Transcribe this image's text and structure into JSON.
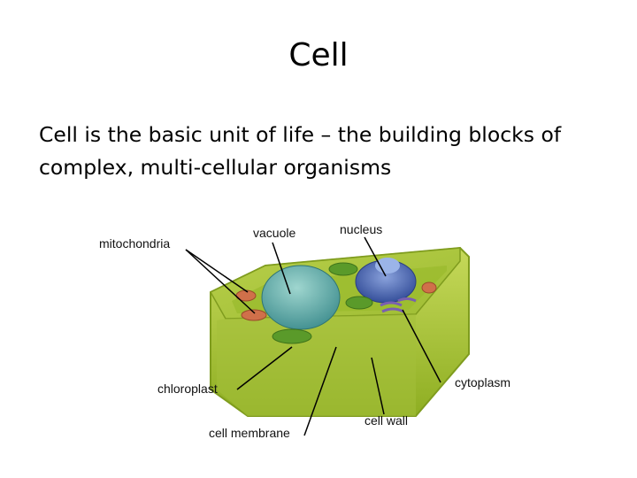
{
  "slide": {
    "title": "Cell",
    "body": "Cell is the basic unit of life – the building blocks of complex, multi-cellular organisms"
  },
  "figure": {
    "labels": {
      "mitochondria": "mitochondria",
      "vacuole": "vacuole",
      "nucleus": "nucleus",
      "chloroplast": "chloroplast",
      "cytoplasm": "cytoplasm",
      "cell_membrane": "cell membrane",
      "cell_wall": "cell wall"
    },
    "colors": {
      "cell_wall": "#a9c63a",
      "cytoplasm": "#8fb12a",
      "vacuole": "#4e9e9c",
      "nucleus": "#4d67b0",
      "golgi": "#7a5fb0",
      "chloroplast": "#5a9a2a",
      "mitochondria": "#d0704a"
    }
  }
}
